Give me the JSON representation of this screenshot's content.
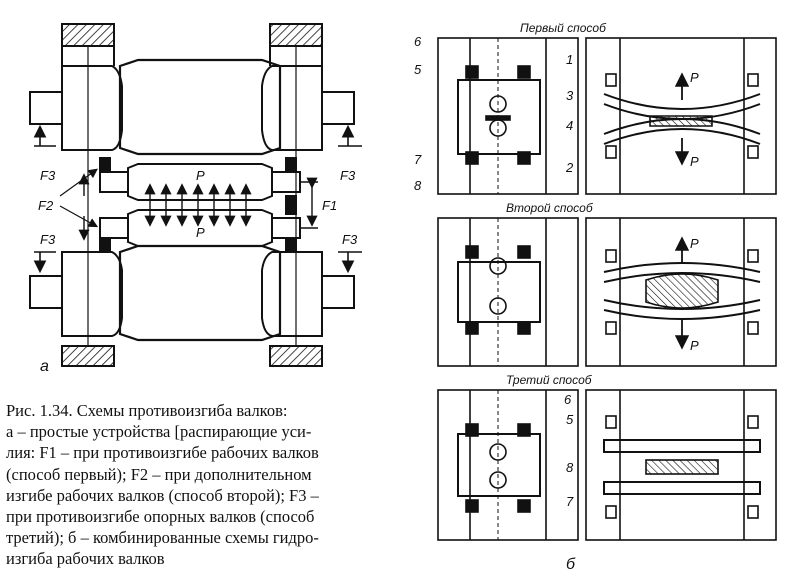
{
  "left_figure": {
    "force_F3": "F3",
    "force_F2": "F2",
    "force_F1": "F1",
    "force_P": "P",
    "panel_letter": "а"
  },
  "right_figure": {
    "method_1_title": "Первый способ",
    "method_2_title": "Второй способ",
    "method_3_title": "Третий способ",
    "callouts_top": [
      "6",
      "5",
      "7",
      "8",
      "1",
      "3",
      "4",
      "2"
    ],
    "callouts_bottom": [
      "6",
      "5",
      "8",
      "7"
    ],
    "force_P": "P",
    "panel_letter": "б"
  },
  "caption": {
    "lines": [
      "Рис. 1.34. Схемы противоизгиба валков:",
      "а – простые устройства [распирающие уси-",
      "лия: F1 – при противоизгибе рабочих валков",
      "(способ первый); F2 – при дополнительном",
      "изгибе рабочих валков (способ второй); F3 –",
      "при противоизгибе опорных валков (способ",
      "третий); б – комбинированные схемы гидро-",
      "изгиба рабочих валков"
    ]
  }
}
